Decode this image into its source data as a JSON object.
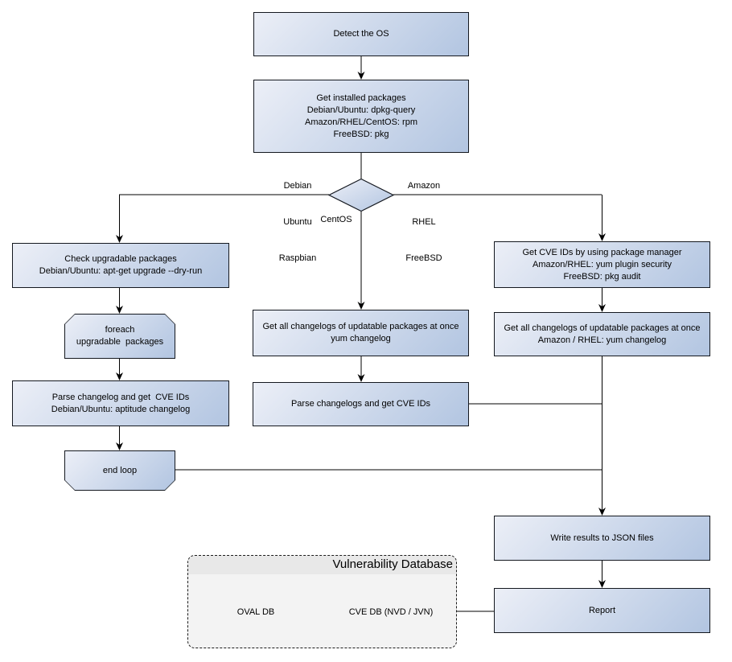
{
  "nodes": {
    "detect_os": {
      "lines": [
        "Detect the OS"
      ]
    },
    "get_installed_packages": {
      "lines": [
        "Get installed packages",
        "Debian/Ubuntu: dpkg-query",
        "Amazon/RHEL/CentOS: rpm",
        "FreeBSD: pkg"
      ]
    },
    "check_upgradable": {
      "lines": [
        "Check upgradable packages",
        "Debian/Ubuntu: apt-get upgrade --dry-run"
      ]
    },
    "foreach_loop": {
      "lines": [
        "foreach",
        "upgradable  packages"
      ]
    },
    "parse_changelog_deb": {
      "lines": [
        "Parse changelog and get  CVE IDs",
        "Debian/Ubuntu: aptitude changelog"
      ]
    },
    "end_loop": {
      "lines": [
        "end loop"
      ]
    },
    "get_changelogs_centos": {
      "lines": [
        "Get all changelogs of updatable packages at once",
        "yum changelog"
      ]
    },
    "parse_changelogs_center": {
      "lines": [
        "Parse changelogs and get CVE IDs"
      ]
    },
    "get_cve_ids_pkgmgr": {
      "lines": [
        "Get CVE IDs by using package manager",
        "Amazon/RHEL: yum plugin security",
        "FreeBSD: pkg audit"
      ]
    },
    "get_changelogs_rhel": {
      "lines": [
        "Get all changelogs of updatable packages at once",
        "Amazon / RHEL: yum changelog"
      ]
    },
    "write_results": {
      "lines": [
        "Write results to JSON files"
      ]
    },
    "report": {
      "lines": [
        "Report"
      ]
    }
  },
  "edge_labels": {
    "left_branch": {
      "lines": [
        "Debian",
        "Ubuntu",
        "Raspbian"
      ]
    },
    "right_branch": {
      "lines": [
        "Amazon",
        "RHEL",
        "FreeBSD"
      ]
    },
    "center_branch": "CentOS"
  },
  "vulnerability_database": {
    "title": "Vulnerability Database",
    "databases": [
      "OVAL DB",
      "CVE DB (NVD / JVN)"
    ]
  },
  "colors": {
    "node_gradient_start": "#eceff7",
    "node_gradient_end": "#b2c5e1",
    "node_border": "#14181f",
    "connector": "#000000",
    "container_fill": "#f3f3f3",
    "container_header_fill": "#e8e8e8",
    "cylinder_top_fill": "#f0f4fa"
  }
}
